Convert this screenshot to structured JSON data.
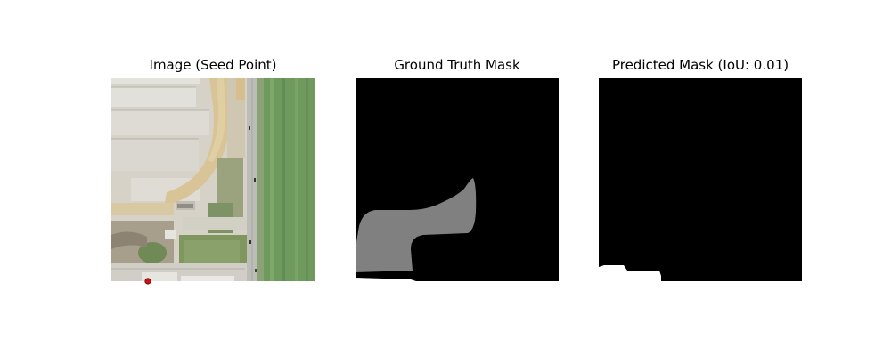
{
  "figure": {
    "panels": [
      {
        "title": "Image (Seed Point)",
        "kind": "aerial-image"
      },
      {
        "title": "Ground Truth Mask",
        "kind": "mask"
      },
      {
        "title": "Predicted Mask (IoU: 0.01)",
        "kind": "mask"
      }
    ]
  },
  "colors": {
    "background": "#ffffff",
    "mask_background": "#000000",
    "ground_truth_region": "#808080",
    "mask_foreground": "#ffffff",
    "seed_point": "#cc1111",
    "seed_point_edge": "#660000"
  }
}
